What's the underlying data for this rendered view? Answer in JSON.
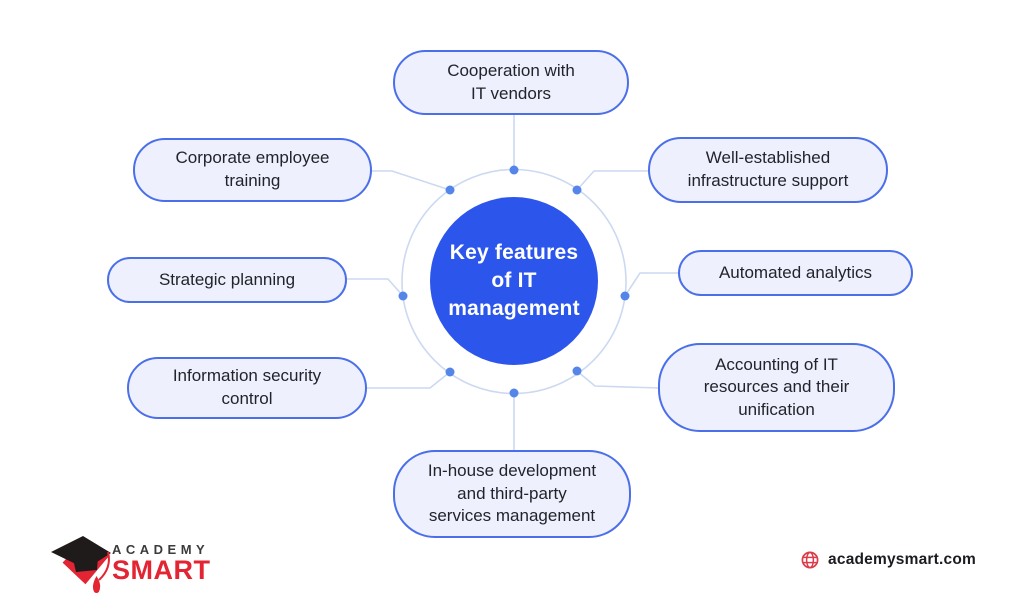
{
  "diagram": {
    "center_label": "Key features\nof IT\nmanagement",
    "nodes": [
      {
        "id": "cooperation",
        "label": "Cooperation with\nIT vendors"
      },
      {
        "id": "corporate-training",
        "label": "Corporate employee\ntraining"
      },
      {
        "id": "strategic-planning",
        "label": "Strategic planning"
      },
      {
        "id": "information-security",
        "label": "Information security\ncontrol"
      },
      {
        "id": "in-house-development",
        "label": "In-house development\nand third-party\nservices management"
      },
      {
        "id": "infrastructure-support",
        "label": "Well-established\ninfrastructure support"
      },
      {
        "id": "automated-analytics",
        "label": "Automated analytics"
      },
      {
        "id": "it-resources-accounting",
        "label": "Accounting of IT\nresources and their\nunification"
      }
    ]
  },
  "footer": {
    "logo_word_top": "ACADEMY",
    "logo_word_bottom": "SMART",
    "website": "academysmart.com"
  },
  "colors": {
    "center_circle": "#2c55ec",
    "pill_fill": "#eef0fd",
    "pill_border": "#4a6fe8",
    "connector": "#ccd9f1",
    "dot": "#5585e8",
    "logo_red": "#e32433",
    "logo_gray": "#3b3b3d",
    "footer_text": "#1b1c20"
  }
}
